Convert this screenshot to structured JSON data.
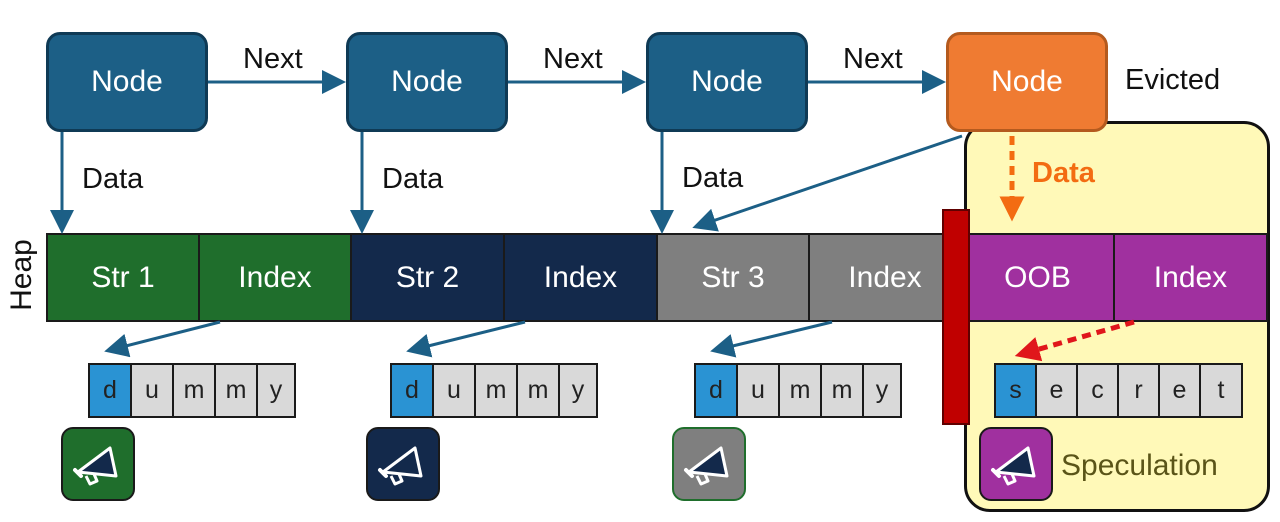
{
  "nodes": [
    {
      "label": "Node",
      "color": "#1c5f86"
    },
    {
      "label": "Node",
      "color": "#1c5f86"
    },
    {
      "label": "Node",
      "color": "#1c5f86"
    },
    {
      "label": "Node",
      "color": "#ef7b32"
    }
  ],
  "next_labels": [
    "Next",
    "Next",
    "Next"
  ],
  "evicted_label": "Evicted",
  "data_labels": [
    "Data",
    "Data",
    "Data"
  ],
  "speculative_data_label": "Data",
  "heap_label": "Heap",
  "heap_cells": [
    {
      "label": "Str 1",
      "color": "#1f6e2c"
    },
    {
      "label": "Index",
      "color": "#1f6e2c"
    },
    {
      "label": "Str 2",
      "color": "#13294b"
    },
    {
      "label": "Index",
      "color": "#13294b"
    },
    {
      "label": "Str 3",
      "color": "#7f7f7f"
    },
    {
      "label": "Index",
      "color": "#7f7f7f"
    },
    {
      "label": "OOB",
      "color": "#a0309f"
    },
    {
      "label": "Index",
      "color": "#a0309f"
    }
  ],
  "strings": [
    {
      "chars": [
        "d",
        "u",
        "m",
        "m",
        "y"
      ]
    },
    {
      "chars": [
        "d",
        "u",
        "m",
        "m",
        "y"
      ]
    },
    {
      "chars": [
        "d",
        "u",
        "m",
        "m",
        "y"
      ]
    },
    {
      "chars": [
        "s",
        "e",
        "c",
        "r",
        "e",
        "t"
      ]
    }
  ],
  "megaphones": [
    {
      "icon": "megaphone-icon",
      "color": "#1f6e2c"
    },
    {
      "icon": "megaphone-icon",
      "color": "#13294b"
    },
    {
      "icon": "megaphone-icon",
      "color": "#7f7f7f"
    },
    {
      "icon": "megaphone-icon",
      "color": "#a0309f"
    }
  ],
  "speculation_label": "Speculation",
  "colors": {
    "arrow": "#1c5f86",
    "speculative_arrow_orange": "#f36c12",
    "speculative_arrow_red": "#e0161b",
    "speculation_box": "#fff9b8",
    "barrier": "#c00000",
    "char_highlight": "#2a93d3",
    "char_default": "#d9d9d9"
  }
}
